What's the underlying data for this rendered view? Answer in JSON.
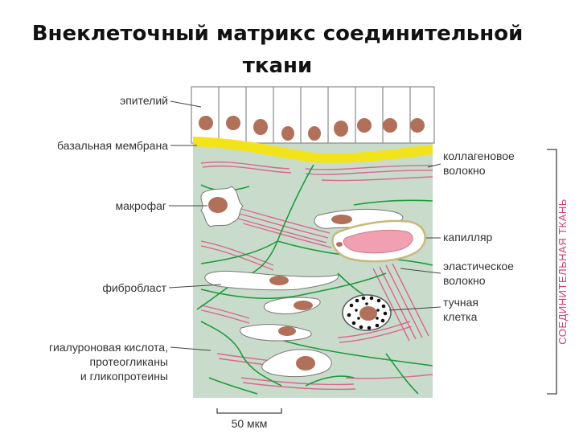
{
  "title": {
    "line1": "Внеклеточный матрикс соединительной",
    "line2": "ткани"
  },
  "labels": {
    "epithelium": "эпителий",
    "basal_membrane": "базальная мембрана",
    "macrophage": "макрофаг",
    "fibroblast": "фибробласт",
    "ground_substance_1": "гиалуроновая кислота,",
    "ground_substance_2": "протеогликаны",
    "ground_substance_3": "и гликопротеины",
    "collagen_1": "коллагеновое",
    "collagen_2": "волокно",
    "capillary": "капилляр",
    "elastic_1": "эластическое",
    "elastic_2": "волокно",
    "mast_1": "тучная",
    "mast_2": "клетка",
    "connective_tissue": "СОЕДИНИТЕЛЬНАЯ ТКАНЬ",
    "scale": "50 мкм"
  },
  "colors": {
    "matrix": "#c9dccb",
    "cell_fill": "#ffffff",
    "nucleus": "#b0705a",
    "basal": "#f3e31a",
    "collagen": "#d9678f",
    "elastic": "#1e9a3c",
    "capillary_lumen": "#f0a0b0",
    "capillary_wall": "#c9b87a",
    "bracket": "#444444",
    "vertical_label": "#d1436e"
  }
}
